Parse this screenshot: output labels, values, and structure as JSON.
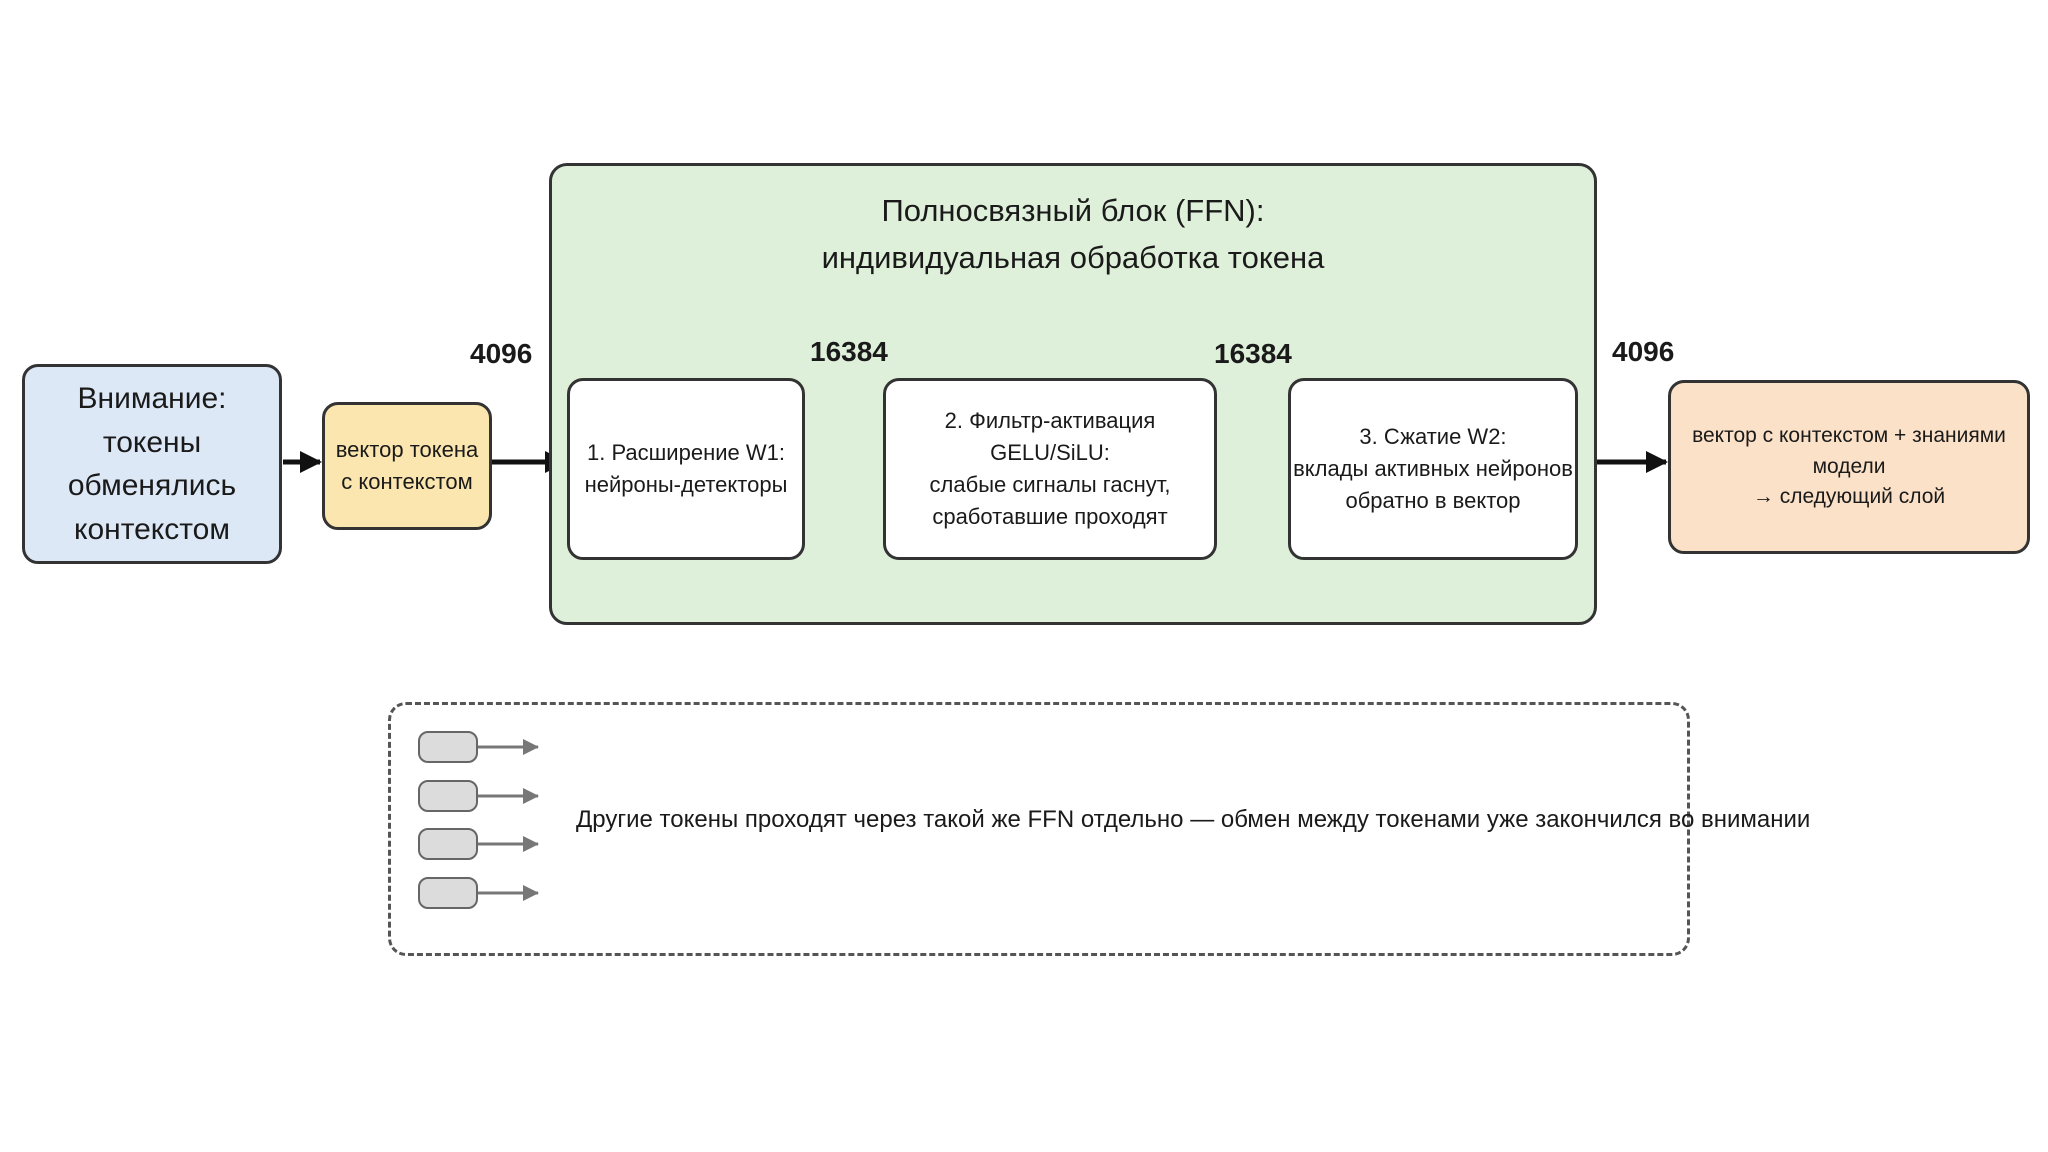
{
  "attention_block": {
    "line1": "Внимание:",
    "line2": "токены обменялись",
    "line3": "контекстом"
  },
  "token_vector": {
    "line1": "вектор токена",
    "line2": "с контекстом"
  },
  "ffn_block": {
    "title_line1": "Полносвязный блок (FFN):",
    "title_line2": "индивидуальная обработка токена",
    "steps": [
      {
        "line1": "1. Расширение W1:",
        "line2": "нейроны-детекторы"
      },
      {
        "line1": "2. Фильтр-активация GELU/SiLU:",
        "line2": "слабые сигналы гаснут,",
        "line3": "сработавшие проходят"
      },
      {
        "line1": "3. Сжатие W2:",
        "line2": "вклады активных нейронов",
        "line3": "обратно в вектор"
      }
    ]
  },
  "dimensions": [
    "4096",
    "16384",
    "16384",
    "4096"
  ],
  "output_block": {
    "line1": "вектор с контекстом + знаниями модели",
    "line2": "→ следующий слой"
  },
  "note": {
    "text": "Другие токены проходят через такой же FFN отдельно — обмен между токенами уже закончился во внимании"
  },
  "colors": {
    "attention_fill": "#dde8f7",
    "token_vector_fill": "#fbe6b0",
    "ffn_fill": "#dff0da",
    "output_fill": "#fbe1c8",
    "mini_token_fill": "#dcdcdc"
  }
}
